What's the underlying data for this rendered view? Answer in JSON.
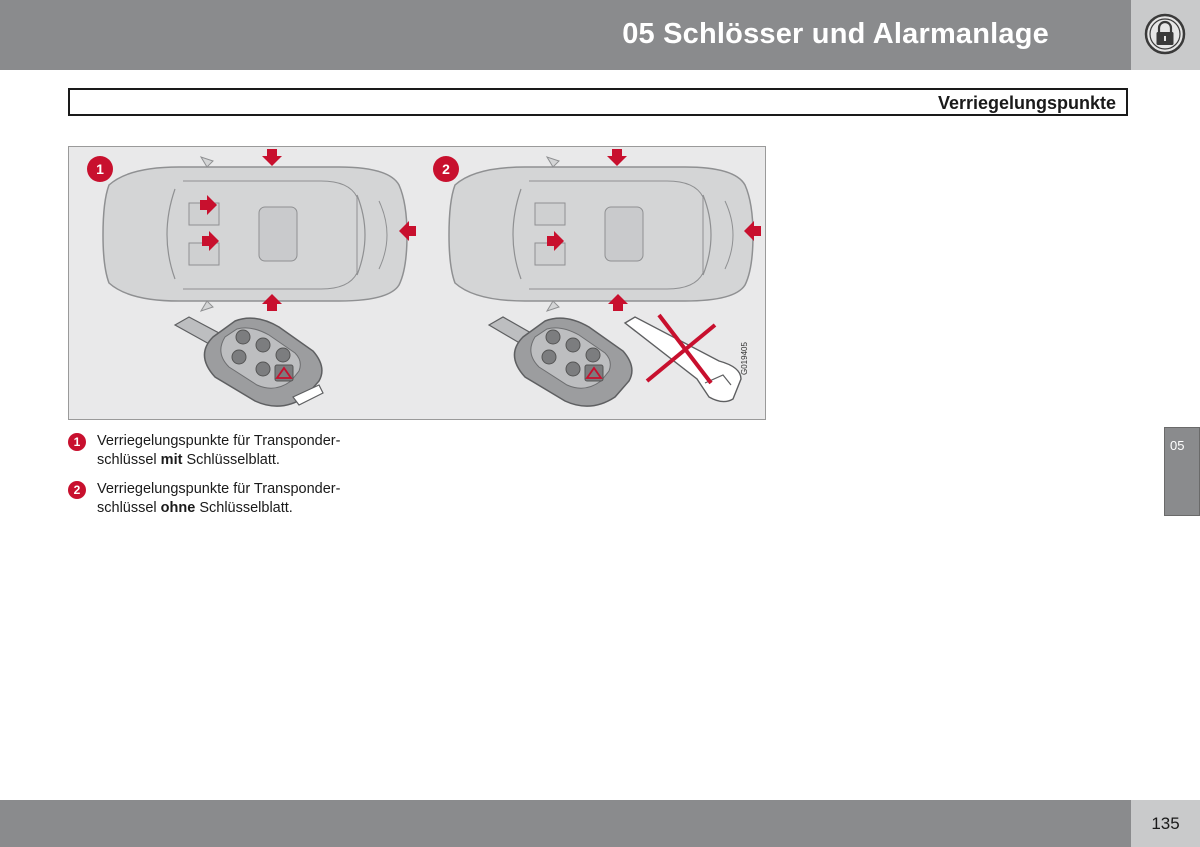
{
  "header": {
    "chapter_title": "05 Schlösser und Alarmanlage",
    "chapter_icon": "padlock-icon"
  },
  "section": {
    "title": "Verriegelungspunkte"
  },
  "figure": {
    "code": "G019405",
    "panels": [
      {
        "number": "1",
        "icon_names": [
          "car-top-view",
          "arrow-icon",
          "remote-key-with-blade"
        ]
      },
      {
        "number": "2",
        "icon_names": [
          "car-top-view",
          "arrow-icon",
          "remote-key",
          "crossed-out-key-blade"
        ]
      }
    ],
    "accent_color": "#c8102e"
  },
  "captions": [
    {
      "number": "1",
      "line1": "Verriegelungspunkte für Transponder-",
      "pre": "schlüssel ",
      "bold": "mit",
      "post": " Schlüsselblatt."
    },
    {
      "number": "2",
      "line1": "Verriegelungspunkte für Transponder-",
      "pre": "schlüssel ",
      "bold": "ohne",
      "post": " Schlüsselblatt."
    }
  ],
  "side_tab": {
    "label": "05"
  },
  "footer": {
    "page_number": "135"
  }
}
